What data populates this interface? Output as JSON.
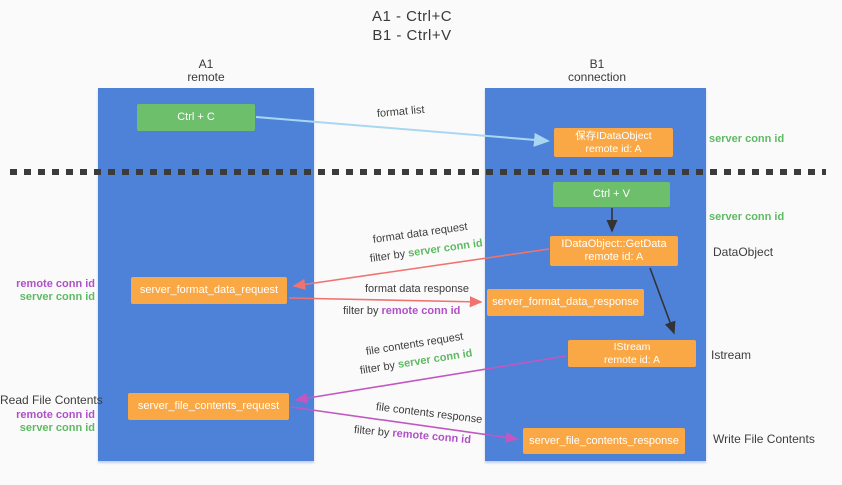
{
  "title": {
    "line1": "A1 - Ctrl+C",
    "line2": "B1 - Ctrl+V"
  },
  "lanes": {
    "left": {
      "name": "A1",
      "subtitle": "remote"
    },
    "right": {
      "name": "B1",
      "subtitle": "connection"
    }
  },
  "boxes": {
    "ctrl_c": {
      "label": "Ctrl + C"
    },
    "save_idataobject": {
      "line1": "保存IDataObject",
      "line2": "remote id: A"
    },
    "ctrl_v": {
      "label": "Ctrl + V"
    },
    "getdata": {
      "line1": "IDataObject::GetData",
      "line2": "remote id: A"
    },
    "format_request": {
      "label": "server_format_data_request"
    },
    "format_response": {
      "label": "server_format_data_response"
    },
    "istream": {
      "line1": "IStream",
      "line2": "remote id: A"
    },
    "file_request": {
      "label": "server_file_contents_request"
    },
    "file_response": {
      "label": "server_file_contents_response"
    }
  },
  "arrow_labels": {
    "format_list": "format list",
    "format_data_request": "format data request",
    "format_data_response": "format data response",
    "file_contents_request": "file contents request",
    "file_contents_response": "file contents response",
    "filter_by": "filter by",
    "server_conn_id": "server conn id",
    "remote_conn_id": "remote conn id"
  },
  "side_labels": {
    "server_conn_id_top": "server conn id",
    "server_conn_id_mid": "server conn id",
    "dataobject": "DataObject",
    "istream": "Istream",
    "write_file_contents": "Write File Contents",
    "read_file_contents": "Read File Contents",
    "remote_conn_id": "remote conn id",
    "server_conn_id": "server conn id"
  },
  "colors": {
    "lane_blue": "#4d82d8",
    "box_green": "#6dbf6c",
    "box_orange": "#f9a845",
    "arrow_lightblue": "#a9d7f2",
    "arrow_red": "#f0736f",
    "arrow_magenta": "#c257c2",
    "arrow_black": "#333333",
    "text_green": "#5fba63",
    "text_purple": "#b050c8",
    "text_dark": "#3d3d3d",
    "background": "#fafafa"
  }
}
